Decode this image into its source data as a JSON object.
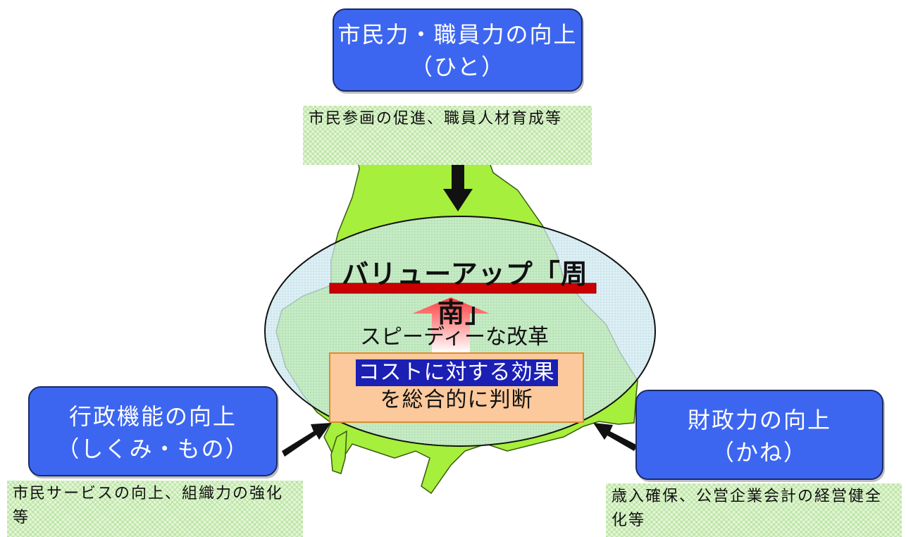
{
  "top_box": {
    "line1": "市民力・職員力の向上",
    "line2": "（ひと）"
  },
  "top_note": {
    "text": "市民参画の促進、職員人材育成等"
  },
  "left_box": {
    "line1": "行政機能の向上",
    "line2": "（しくみ・もの）"
  },
  "left_note": {
    "text": "市民サービスの向上、組織力の強化等"
  },
  "right_box": {
    "line1": "財政力の向上",
    "line2": "（かね）"
  },
  "right_note": {
    "text": "歳入確保、公営企業会計の経営健全化等"
  },
  "center": {
    "title": "バリューアップ「周南」",
    "speedy": "スピーディーな改革",
    "judge_highlight": "コストに対する効果",
    "judge_line2": "を総合的に判断"
  },
  "colors": {
    "box_blue": "#3d66f0",
    "map_green": "#a6ef3c",
    "ellipse_fill": "#cfe9f0",
    "title_bar": "#cc0000",
    "highlight": "#1c1fb4",
    "judge_fill": "#fcc99c"
  }
}
